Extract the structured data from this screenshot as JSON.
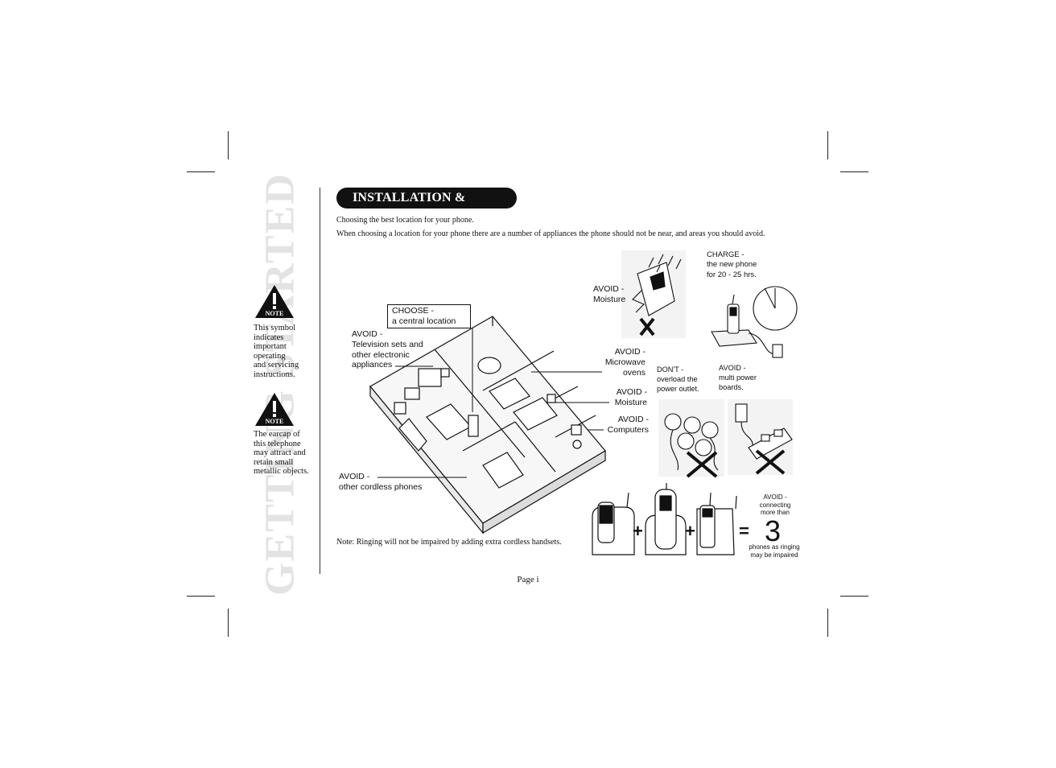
{
  "side_title": "GETTING STARTED",
  "section": {
    "title": "INSTALLATION & SAFETY"
  },
  "intro": {
    "line1": "Choosing the best location for your phone.",
    "line2": "When choosing a location for your phone there are a number of appliances the phone should not be near, and areas you should avoid."
  },
  "notes": [
    {
      "icon_label": "NOTE",
      "icon": "warning-triangle-icon",
      "lines": [
        "This symbol",
        "indicates",
        "important",
        "operating",
        "and servicing",
        "instructions."
      ]
    },
    {
      "icon_label": "NOTE",
      "icon": "warning-triangle-icon",
      "lines": [
        "The earcap of",
        "this telephone",
        "may attract and",
        "retain small",
        "metallic objects."
      ]
    }
  ],
  "labels": {
    "choose": [
      "CHOOSE -",
      "a central location"
    ],
    "tv": [
      "AVOID -",
      "Television sets and",
      "other electronic",
      "appliances"
    ],
    "cordless": [
      "AVOID -",
      "other cordless phones"
    ],
    "moisture_top": [
      "AVOID -",
      "Moisture"
    ],
    "microwave": [
      "AVOID -",
      "Microwave",
      "ovens"
    ],
    "moisture": [
      "AVOID -",
      "Moisture"
    ],
    "computers": [
      "AVOID -",
      "Computers"
    ],
    "charge": [
      "CHARGE -",
      "the new phone",
      "for 20 - 25 hrs."
    ],
    "dont": [
      "DON'T -",
      "overload the",
      "power outlet."
    ],
    "multi": [
      "AVOID -",
      "multi power",
      "boards."
    ],
    "connect_top": [
      "AVOID -",
      "connecting",
      "more than"
    ],
    "connect_bottom": [
      "phones as ringing",
      "may be impaired"
    ]
  },
  "equation": {
    "plus1": "+",
    "plus2": "+",
    "equals": "=",
    "count": "3"
  },
  "footnote": "Note: Ringing will not be impaired by adding extra cordless handsets.",
  "page": "Page i"
}
